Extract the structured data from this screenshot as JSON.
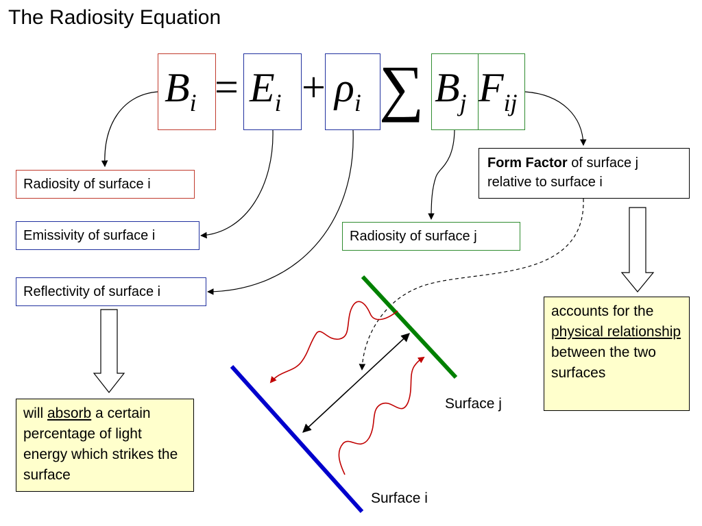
{
  "title": "The Radiosity Equation",
  "equation": {
    "B": "B",
    "B_sub": "i",
    "equals": "=",
    "E": "E",
    "E_sub": "i",
    "plus": "+",
    "rho": "ρ",
    "rho_sub": "i",
    "sum": "∑",
    "Bj": "B",
    "Bj_sub": "j",
    "F": "F",
    "F_sub": "ij"
  },
  "labels": {
    "radiosity_i": "Radiosity of surface i",
    "emissivity_i": "Emissivity of surface i",
    "reflectivity_i": "Reflectivity of surface i",
    "radiosity_j": "Radiosity of surface j",
    "form_factor_bold": "Form Factor",
    "form_factor_rest1": " of surface j",
    "form_factor_rest2": "relative to surface i"
  },
  "notes": {
    "absorb": {
      "pre": "will ",
      "underlined": "absorb",
      "post": " a certain percentage of light energy which strikes the surface"
    },
    "physical": {
      "pre": "accounts for the ",
      "underlined": "physical relationship",
      "post": " between the two surfaces"
    }
  },
  "captions": {
    "surface_j": "Surface j",
    "surface_i": "Surface i"
  },
  "colors": {
    "red": "#c0392b",
    "blue": "#1f2f9e",
    "green": "#2e8b2e",
    "surface_blue": "#0000cc",
    "surface_green": "#008000",
    "wave_red": "#c00000",
    "note_fill": "#ffffcc"
  }
}
